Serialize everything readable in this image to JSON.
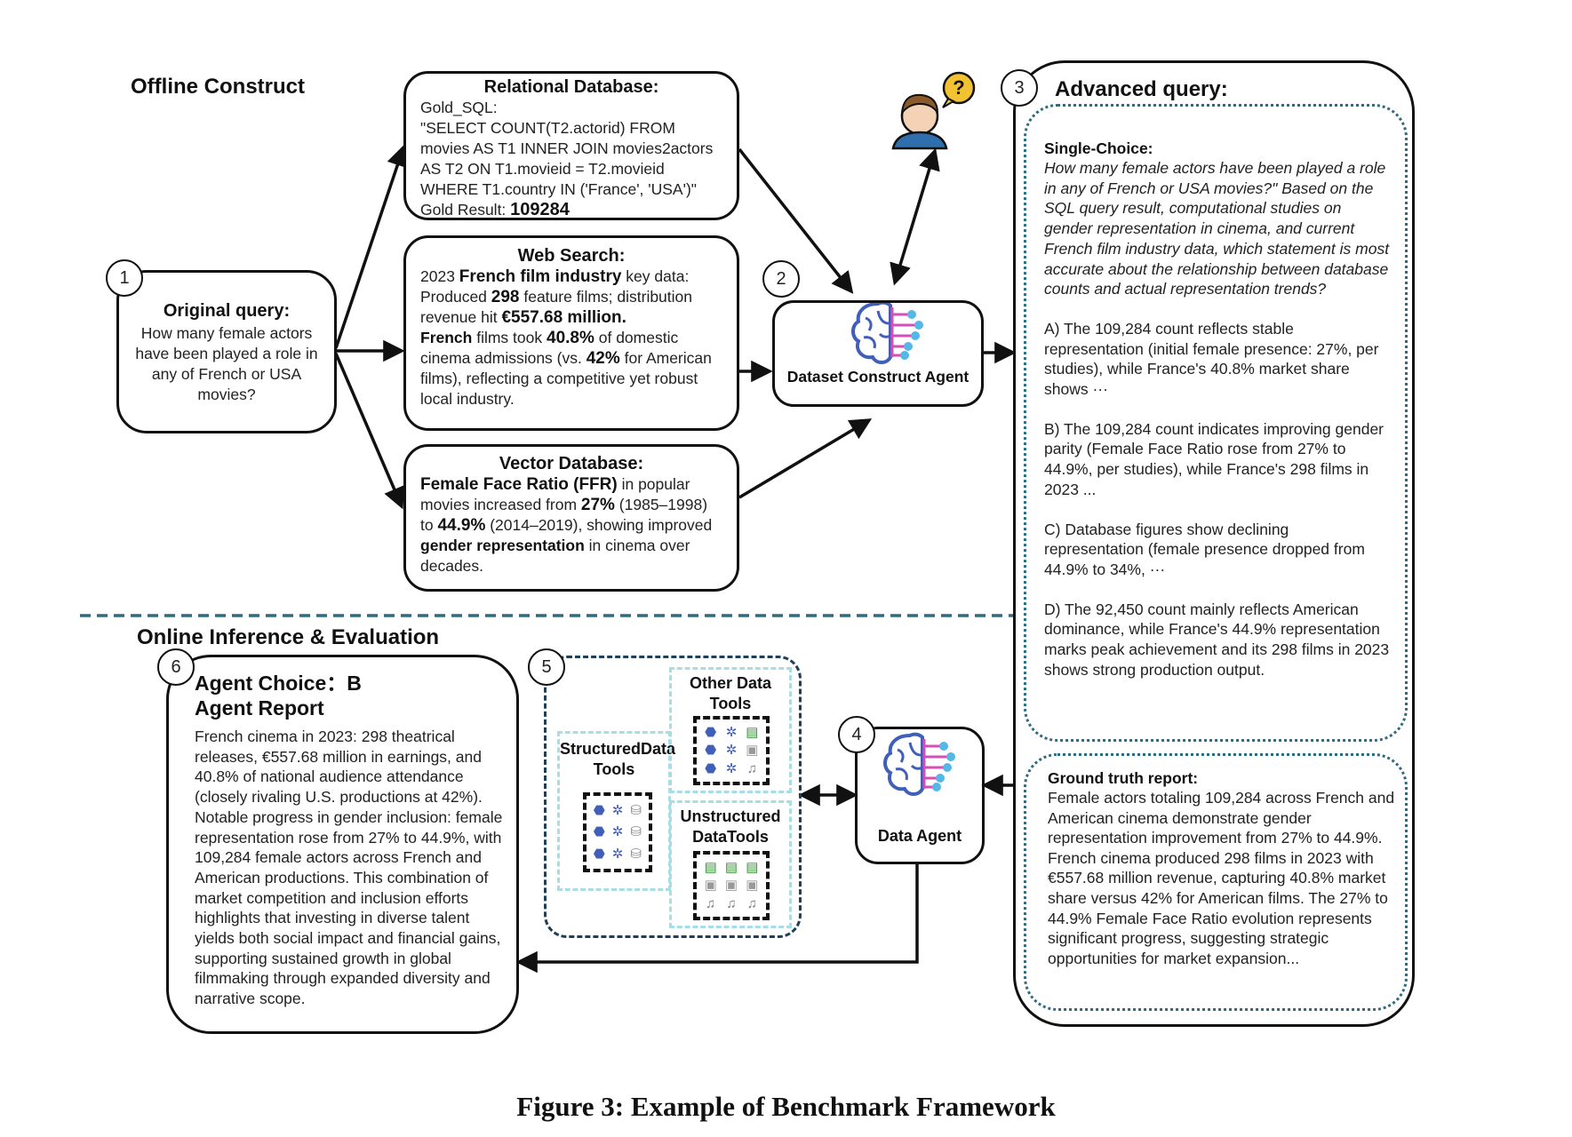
{
  "sections": {
    "offline": "Offline Construct",
    "online": "Online Inference & Evaluation"
  },
  "original_query": {
    "number": "1",
    "title": "Original query:",
    "text": "How many female actors have been played a role in any of French or USA movies?"
  },
  "relational_db": {
    "title": "Relational Database:",
    "sql_label": "Gold_SQL:",
    "sql_lines": [
      "\"SELECT COUNT(T2.actorid) FROM",
      "movies AS T1 INNER JOIN movies2actors",
      "AS T2 ON T1.movieid = T2.movieid",
      "WHERE T1.country IN ('France', 'USA')\""
    ],
    "result_label": "Gold Result:",
    "result_value": "109284"
  },
  "web_search": {
    "title": "Web Search:",
    "l1_pre": "2023 ",
    "l1_bold": "French film industry",
    "l1_post": " key data:",
    "l2_pre": "Produced ",
    "l2_bold": "298",
    "l2_post": " feature films; distribution",
    "l3_pre": "revenue hit ",
    "l3_bold": "€557.68 million.",
    "l4_bold1": "French",
    "l4_mid": " films took ",
    "l4_bold2": "40.8%",
    "l4_post": " of domestic",
    "l5_pre": "cinema admissions (vs. ",
    "l5_bold": "42%",
    "l5_post": " for American",
    "l6": "films), reflecting a competitive yet robust",
    "l7": "local industry."
  },
  "vector_db": {
    "title": "Vector Database:",
    "l1_bold": "Female Face Ratio (FFR)",
    "l1_post": " in popular",
    "l2_pre": "movies increased from ",
    "l2_bold": "27%",
    "l2_post": " (1985–1998)",
    "l3_pre": "to ",
    "l3_bold": "44.9%",
    "l3_post": " (2014–2019), showing improved",
    "l4_bold": "gender representation",
    "l4_post": " in cinema over",
    "l5": "decades."
  },
  "construct_agent": {
    "number": "2",
    "label": "Dataset Construct Agent",
    "icon": "brain-network-icon"
  },
  "person_icon": {
    "icon": "confused-person-icon",
    "bubble": "?"
  },
  "advanced_query": {
    "number": "3",
    "title": "Advanced query:",
    "single_choice_label": "Single-Choice:",
    "question": "How many female actors have been played a role in any of French or USA movies?\" Based on the SQL query result, computational studies on gender representation in cinema, and current French film industry data, which statement is most accurate about the relationship between database counts and actual representation trends?",
    "options": [
      "A) The 109,284 count reflects stable representation (initial female presence: 27%, per studies), while France's 40.8% market share shows ···",
      "B) The 109,284 count indicates improving gender parity (Female Face Ratio rose from 27% to 44.9%, per studies), while France's 298 films in 2023 ...",
      "C) Database figures show declining representation (female presence dropped from 44.9% to 34%, ···",
      "D) The 92,450 count mainly reflects American dominance, while France's 44.9% representation marks peak achievement and its 298 films in 2023 shows strong production output."
    ],
    "ground_truth_label": "Ground truth report:",
    "ground_truth": "Female actors totaling 109,284 across French and American cinema demonstrate gender representation improvement from 27% to 44.9%. French cinema produced 298 films in 2023 with €557.68 million revenue, capturing 40.8% market share versus 42% for American films. The 27% to 44.9% Female Face Ratio evolution represents significant progress, suggesting strategic opportunities for market expansion..."
  },
  "data_agent": {
    "number": "4",
    "label": "Data Agent",
    "icon": "brain-network-icon"
  },
  "tools": {
    "number": "5",
    "structured": "StructuredData Tools",
    "other": "Other Data Tools",
    "unstructured": "Unstructured DataTools"
  },
  "report": {
    "number": "6",
    "choice": "Agent Choice：B",
    "title": "Agent Report",
    "text": "French cinema in 2023: 298 theatrical releases, €557.68 million in earnings, and 40.8% of national audience attendance (closely rivaling U.S. productions at 42%). Notable progress in gender inclusion: female representation rose from 27% to 44.9%, with 109,284 female actors across French and American productions. This combination of market competition and inclusion efforts highlights that investing in diverse talent yields both social impact and financial gains, supporting sustained growth in global filmmaking through expanded diversity and narrative scope."
  },
  "caption": "Figure 3: Example of Benchmark Framework",
  "colors": {
    "brain": "#3f5fb8",
    "brain_nodes": "#55b6e8",
    "brain_lines": "#d64fb8",
    "dashed_divider": "#2f6b7f",
    "tools_border": "#1f3f58",
    "tools_inner": "#a9dde6"
  }
}
